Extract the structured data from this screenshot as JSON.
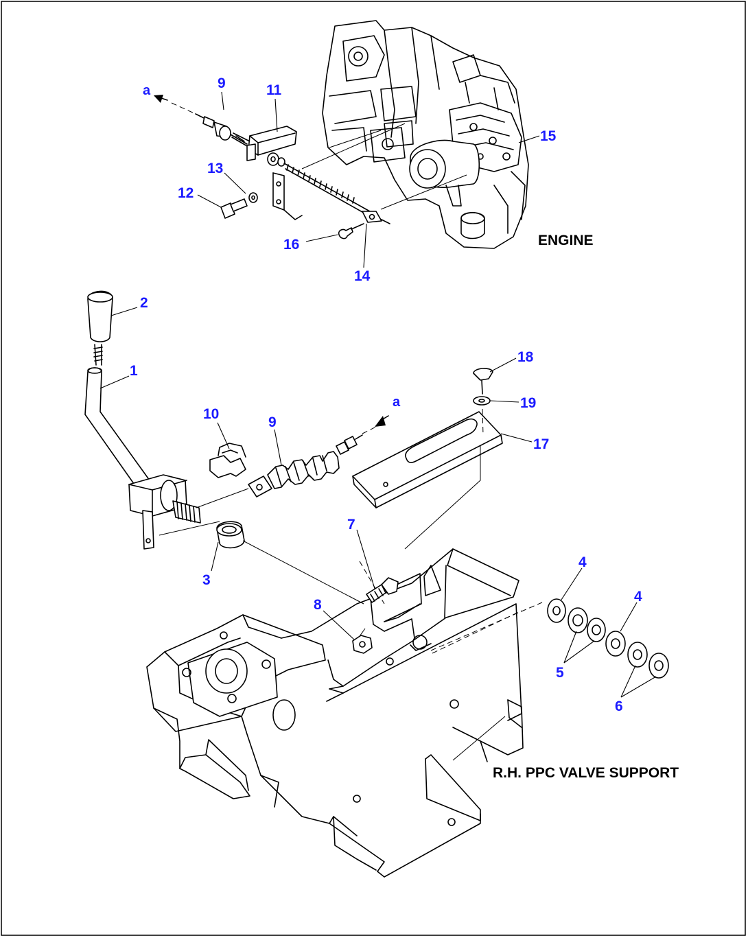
{
  "labels": {
    "engine": "ENGINE",
    "valve_support": "R.H. PPC VALVE SUPPORT"
  },
  "arrows": {
    "top": "a",
    "middle": "a"
  },
  "part_numbers": {
    "p1": "1",
    "p2": "2",
    "p3": "3",
    "p4a": "4",
    "p4b": "4",
    "p5": "5",
    "p6": "6",
    "p7": "7",
    "p8": "8",
    "p9top": "9",
    "p9mid": "9",
    "p10": "10",
    "p11": "11",
    "p12": "12",
    "p13": "13",
    "p14": "14",
    "p15": "15",
    "p16": "16",
    "p17": "17",
    "p18": "18",
    "p19": "19"
  },
  "colors": {
    "part_number": "#1a1aff",
    "lines": "#000000",
    "background": "#ffffff"
  }
}
